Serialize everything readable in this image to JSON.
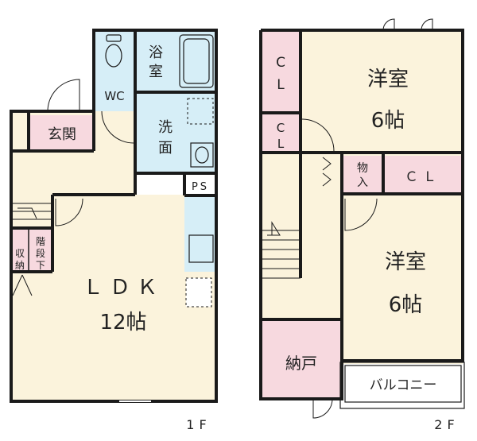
{
  "floor1": {
    "label": "1F",
    "rooms": {
      "ldk_line1": "ＬＤＫ",
      "ldk_line2": "12帖",
      "wc": "WC",
      "bath_line1": "浴",
      "bath_line2": "室",
      "washroom_line1": "洗",
      "washroom_line2": "面",
      "entrance": "玄関",
      "ps": "PS",
      "storage_line1": "収",
      "storage_line2": "納",
      "under_stairs_line1": "階",
      "under_stairs_line2": "段",
      "under_stairs_line3": "下"
    }
  },
  "floor2": {
    "label": "2F",
    "rooms": {
      "room_top_line1": "洋室",
      "room_top_line2": "6帖",
      "room_mid_line1": "洋室",
      "room_mid_line2": "6帖",
      "cl_top_line1": "C",
      "cl_top_line2": "L",
      "cl_mid_line1": "C",
      "cl_mid_line2": "L",
      "cl_right": "ＣＬ",
      "monoire_line1": "物",
      "monoire_line2": "入",
      "nando": "納戸",
      "balcony": "バルコニー"
    }
  },
  "colors": {
    "wall": "#1a1a1a",
    "room_fill": "#fbf3dc",
    "wet_fill": "#d6eef7",
    "storage_fill": "#f7d9df",
    "blank_fill": "#ffffff"
  }
}
